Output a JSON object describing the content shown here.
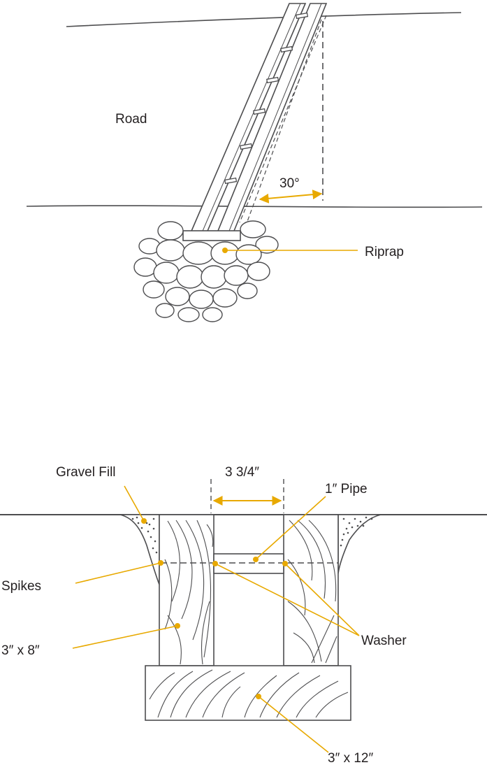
{
  "colors": {
    "ink": "#4d4d4f",
    "accent": "#e8a900",
    "label": "#231f20"
  },
  "top_view": {
    "labels": {
      "road": "Road",
      "angle": "30°",
      "riprap": "Riprap"
    }
  },
  "section_view": {
    "labels": {
      "gravel_fill": "Gravel Fill",
      "gap": "3 3/4″",
      "pipe": "1″ Pipe",
      "spikes": "Spikes",
      "washer": "Washer",
      "post": "3″ x 8″",
      "sill": "3″ x 12″"
    }
  }
}
